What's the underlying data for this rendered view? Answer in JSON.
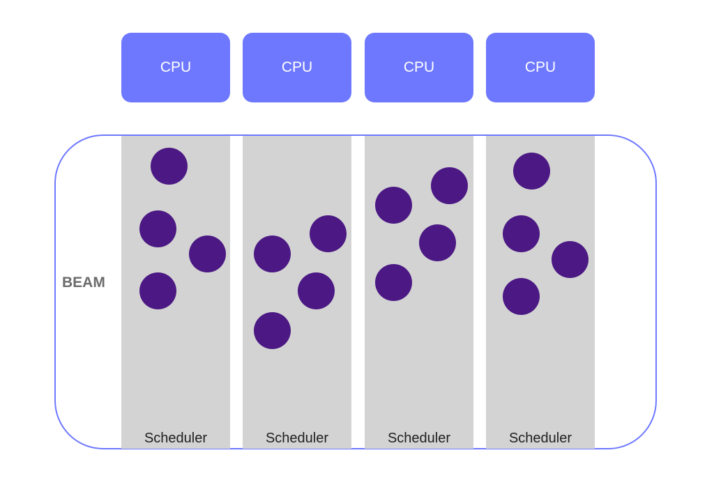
{
  "colors": {
    "cpu_fill": "#6e78ff",
    "frame_stroke": "#6e78ff",
    "scheduler_fill": "#d3d3d3",
    "process_fill": "#4b1884"
  },
  "cpus": [
    {
      "label": "CPU"
    },
    {
      "label": "CPU"
    },
    {
      "label": "CPU"
    },
    {
      "label": "CPU"
    }
  ],
  "beam": {
    "label": "BEAM"
  },
  "schedulers": [
    {
      "label": "Scheduler",
      "process_count": 4
    },
    {
      "label": "Scheduler",
      "process_count": 4
    },
    {
      "label": "Scheduler",
      "process_count": 4
    },
    {
      "label": "Scheduler",
      "process_count": 4
    }
  ]
}
